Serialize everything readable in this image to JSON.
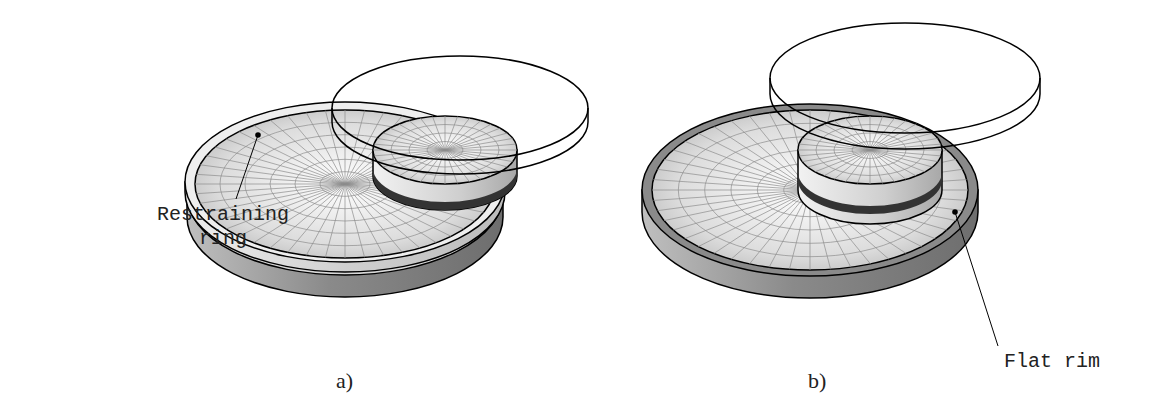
{
  "diagram": {
    "labels": [
      "Restraining ring",
      "Flat rim",
      "a)",
      "b)"
    ]
  }
}
